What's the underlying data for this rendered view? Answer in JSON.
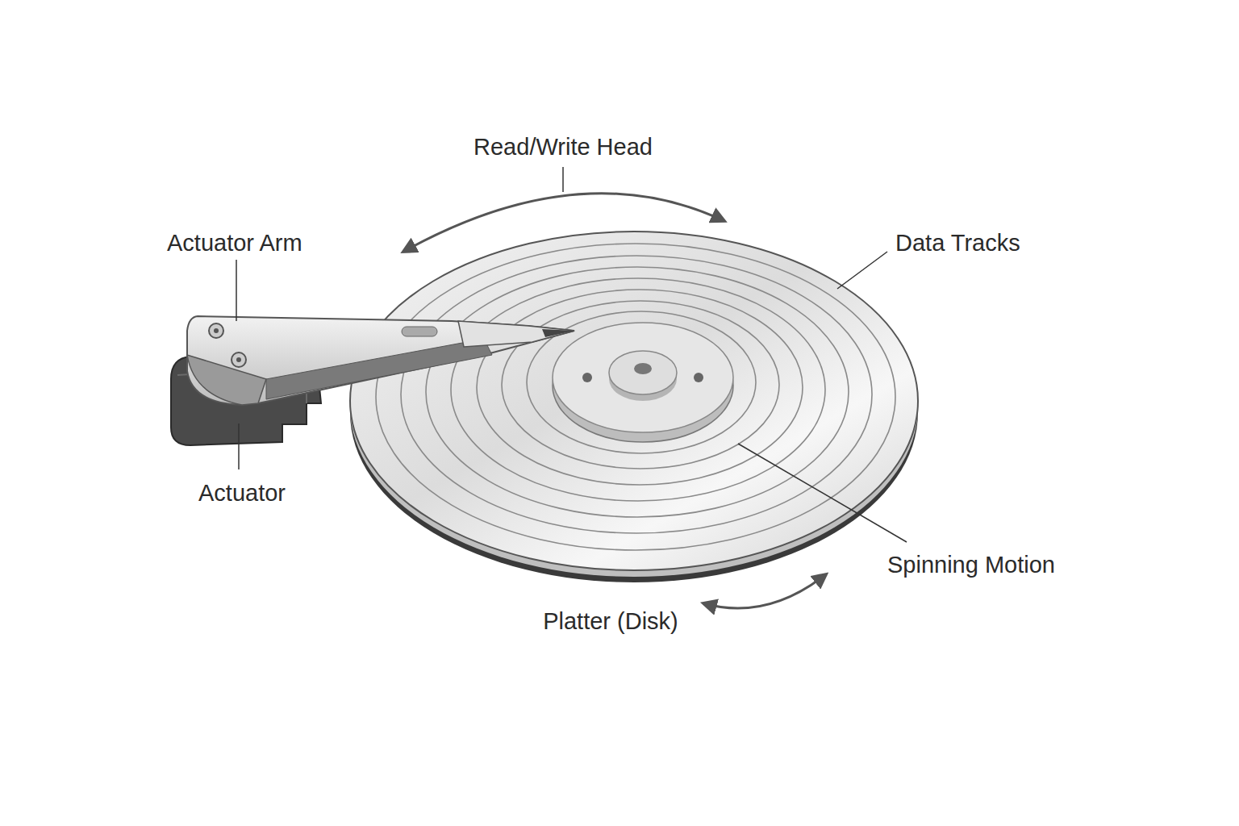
{
  "diagram": {
    "labels": [
      "Read/Write Head",
      "Actuator Arm",
      "Data Tracks",
      "Actuator",
      "Spinning Motion",
      "Platter (Disk)"
    ]
  }
}
